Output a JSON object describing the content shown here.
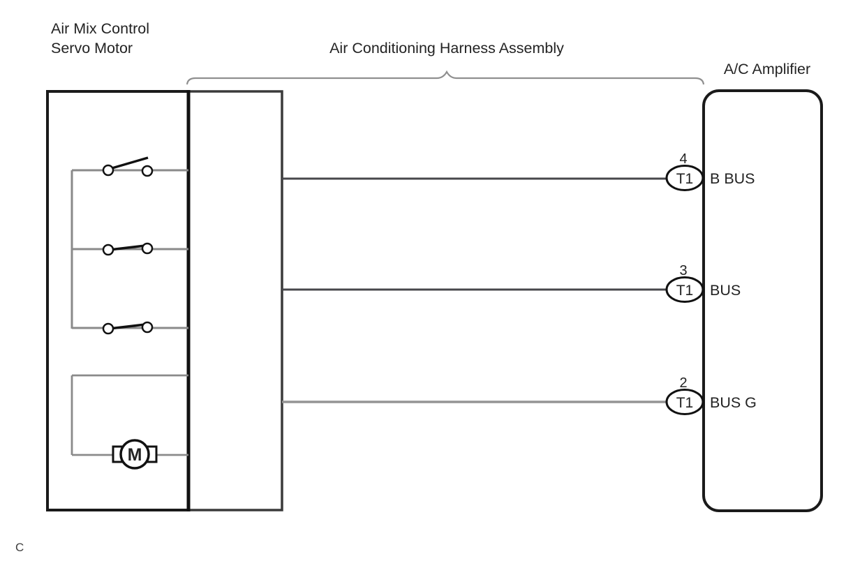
{
  "diagram": {
    "left_component": {
      "label_line1": "Air Mix Control",
      "label_line2": "Servo Motor"
    },
    "harness": {
      "label": "Air Conditioning Harness Assembly"
    },
    "amplifier": {
      "label": "A/C Amplifier"
    },
    "terminals": [
      {
        "pin": "4",
        "connector": "T1",
        "signal": "B BUS"
      },
      {
        "pin": "3",
        "connector": "T1",
        "signal": "BUS"
      },
      {
        "pin": "2",
        "connector": "T1",
        "signal": "BUS G"
      }
    ],
    "motor_symbol": "M",
    "page_marker": "C",
    "colors": {
      "line": "#1a1a1a",
      "wire_dark": "#47474b",
      "wire_gray": "#949494",
      "inner_wire": "#8a8a8a"
    }
  }
}
